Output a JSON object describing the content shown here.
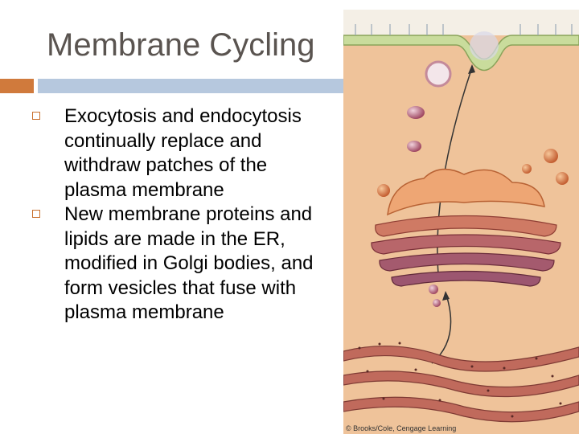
{
  "slide": {
    "title": "Membrane Cycling",
    "bullets": [
      "Exocytosis and endocytosis continually replace and withdraw patches of the plasma membrane",
      "New membrane proteins and lipids are made in the ER, modified in Golgi bodies, and form vesicles that fuse with plasma membrane"
    ],
    "credit": "© Brooks/Cole, Cengage Learning"
  },
  "colors": {
    "accent_orange": "#d07a3c",
    "accent_blue": "#b6c8de",
    "cytoplasm": "#efc39a",
    "golgi": "#e59a6a"
  },
  "icons": {
    "bullet": "square-outline-icon"
  }
}
